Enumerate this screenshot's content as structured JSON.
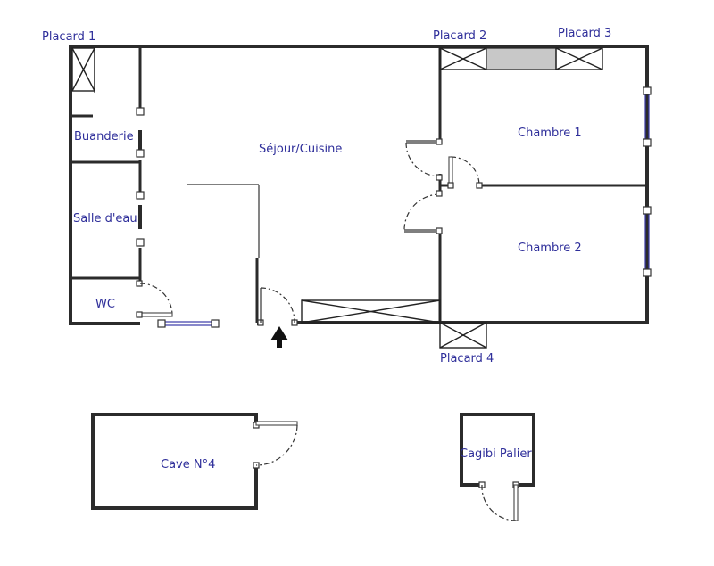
{
  "labels": {
    "placard_1": "Placard 1",
    "placard_2": "Placard 2",
    "placard_3": "Placard 3",
    "placard_4": "Placard 4",
    "buanderie": "Buanderie",
    "salle_eau": "Salle d'eau",
    "wc": "WC",
    "sejour": "Séjour/Cuisine",
    "chambre_1": "Chambre 1",
    "chambre_2": "Chambre 2",
    "cave": "Cave N°4",
    "cagibi": "Cagibi Palier"
  },
  "colors": {
    "label_text": "#2e2e9a",
    "walls": "#2b2b2b",
    "windows": "#3a3aa8",
    "storage_fill": "#c8c8c8"
  }
}
